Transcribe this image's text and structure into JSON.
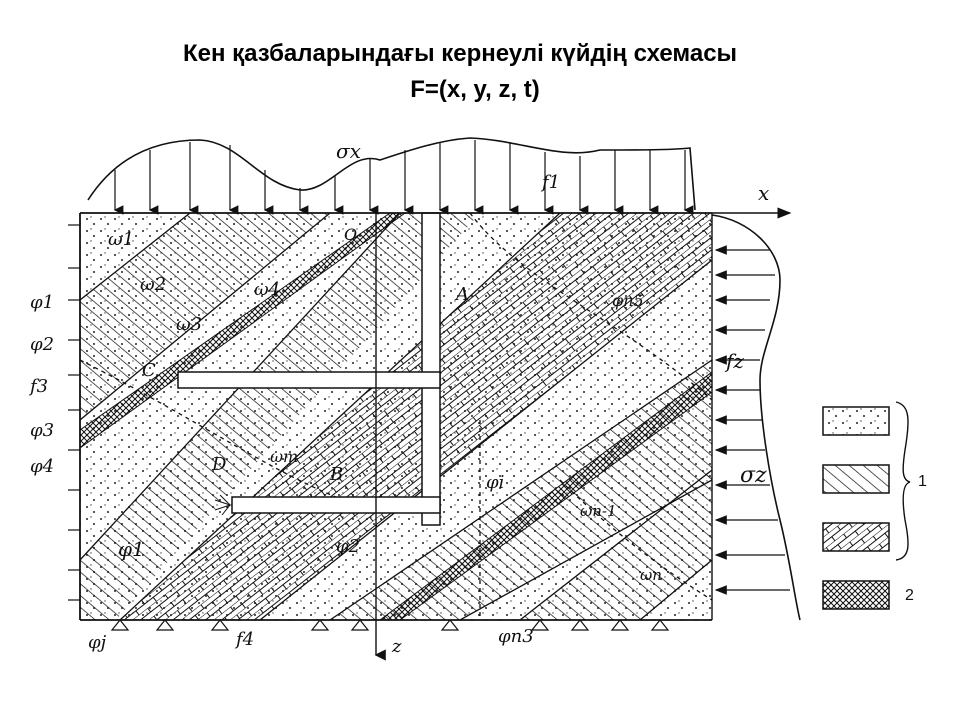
{
  "title": {
    "line1": "Кен қазбаларындағы кернеулі күйдің схемасы",
    "line2": "F=(x, y, z, t)"
  },
  "axes": {
    "x": "x",
    "z": "z"
  },
  "labels": {
    "sigma_x": "σx",
    "sigma_z": "σz",
    "f1": "f1",
    "f2": "fz",
    "f3": "f3",
    "f4": "f4",
    "phi1": "φ1",
    "phi2": "φ2",
    "phi3": "φ3",
    "phi4": "φ4",
    "phi_i": "φi",
    "phi_j": "φj",
    "phi_bottom1": "φ1",
    "phi_bottom2": "φ2",
    "phi_n5": "φn5",
    "phi_n3": "φn3",
    "w1": "ω1",
    "w2": "ω2",
    "w3": "ω3",
    "w4": "ω4",
    "wm": "ωm",
    "wn_minus1": "ωn-1",
    "wn": "ωn",
    "A": "A",
    "B": "B",
    "C": "C",
    "D": "D",
    "O": "O"
  },
  "legend": {
    "group_label": "1",
    "item_label": "2",
    "items": [
      {
        "pattern": "dots"
      },
      {
        "pattern": "hatch"
      },
      {
        "pattern": "bricks"
      },
      {
        "pattern": "crosshatch"
      }
    ]
  }
}
